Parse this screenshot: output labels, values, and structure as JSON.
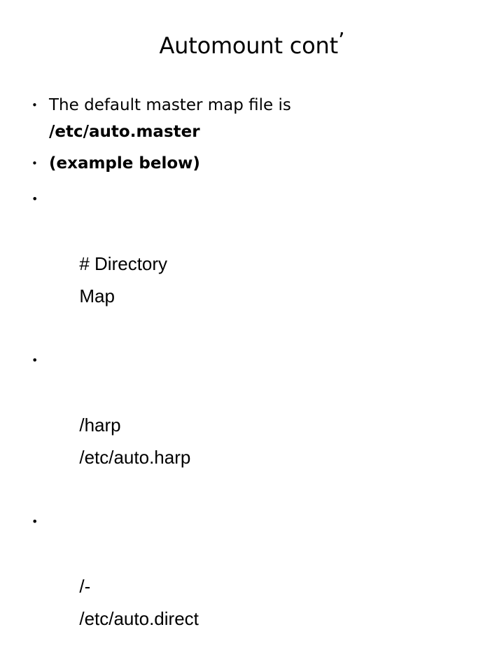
{
  "slide": {
    "title_text": "Automount cont",
    "title_apostrophe": "’",
    "background_color": "#ffffff",
    "text_color": "#000000",
    "bullet_glyph": "•"
  },
  "bullets": [
    {
      "id": "default-master-map",
      "line1": "The default master map file is",
      "line2": "/etc/auto.master",
      "line1_weight": "regular",
      "line2_weight": "bold"
    },
    {
      "id": "example-below",
      "line1": "(example below)",
      "line1_weight": "bold"
    },
    {
      "id": "header-row",
      "col_left": "# Directory",
      "col_right": "Map"
    },
    {
      "id": "harp-row",
      "col_left": "/harp",
      "col_right": "/etc/auto.harp"
    },
    {
      "id": "direct-row",
      "col_left": "/-",
      "col_right": "/etc/auto.direct"
    }
  ]
}
